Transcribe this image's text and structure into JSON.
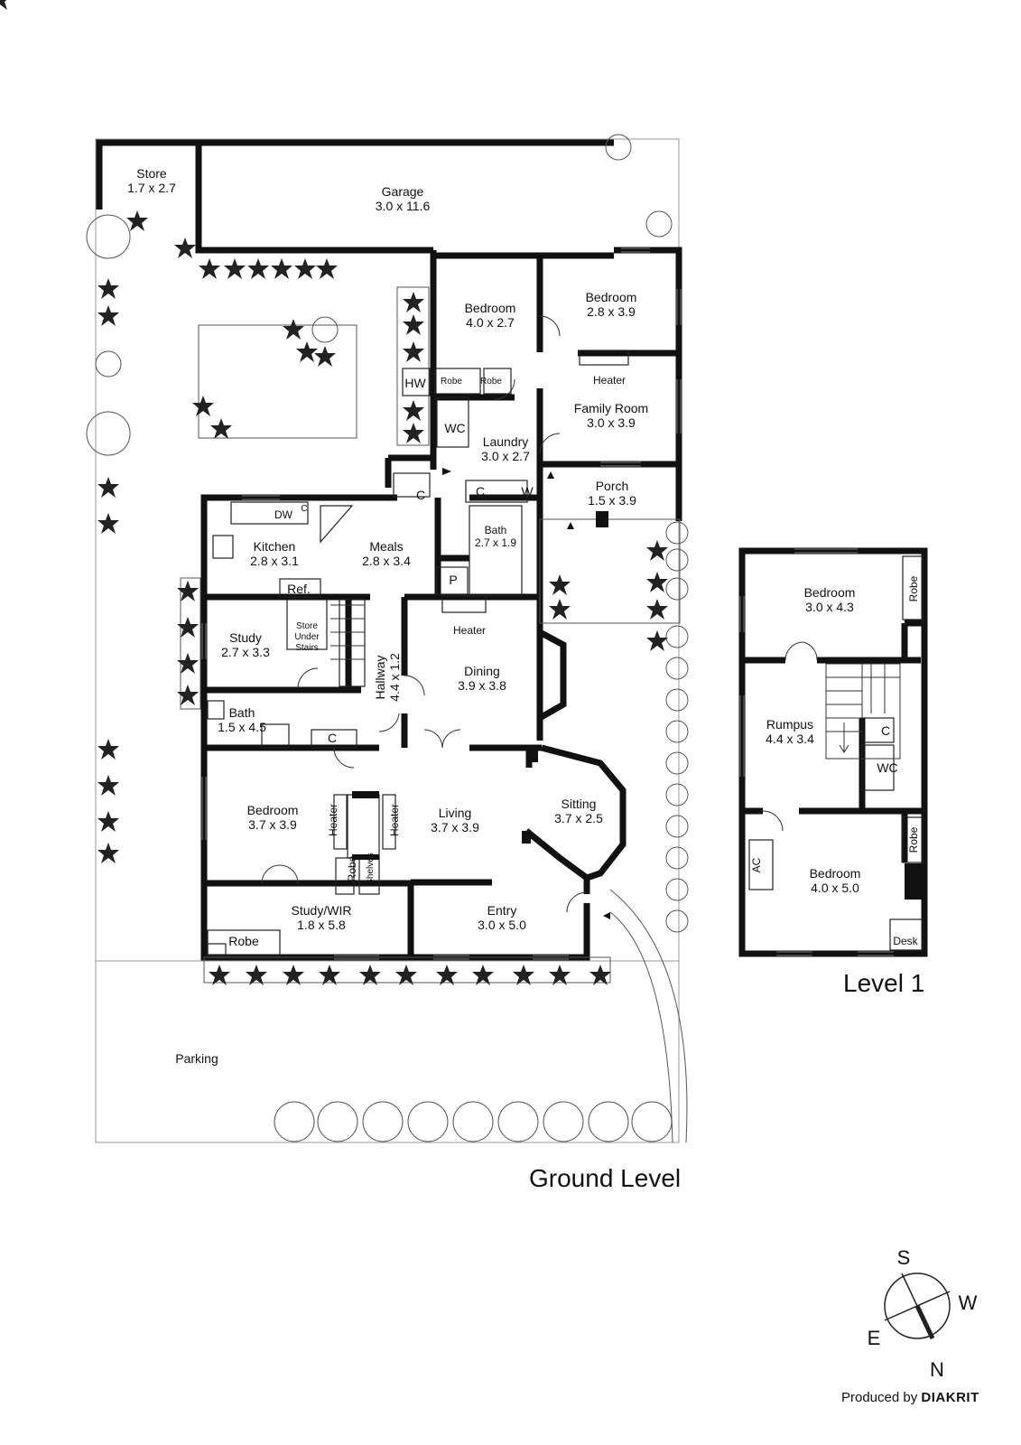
{
  "ground": {
    "title": "Ground Level",
    "rooms": {
      "store": {
        "name": "Store",
        "dims": "1.7 x 2.7"
      },
      "garage": {
        "name": "Garage",
        "dims": "3.0 x 11.6"
      },
      "bedroom1": {
        "name": "Bedroom",
        "dims": "4.0 x 2.7"
      },
      "bedroom2": {
        "name": "Bedroom",
        "dims": "2.8 x 3.9"
      },
      "family": {
        "name": "Family Room",
        "dims": "3.0 x 3.9"
      },
      "laundry": {
        "name": "Laundry",
        "dims": "3.0 x 2.7"
      },
      "porch": {
        "name": "Porch",
        "dims": "1.5 x 3.9"
      },
      "kitchen": {
        "name": "Kitchen",
        "dims": "2.8 x 3.1"
      },
      "meals": {
        "name": "Meals",
        "dims": "2.8 x 3.4"
      },
      "bath1": {
        "name": "Bath",
        "dims": "2.7 x 1.9"
      },
      "study": {
        "name": "Study",
        "dims": "2.7 x 3.3"
      },
      "hallway": {
        "name": "Hallway",
        "dims": "4.4 x 1.2"
      },
      "dining": {
        "name": "Dining",
        "dims": "3.9 x 3.8"
      },
      "bath2": {
        "name": "Bath",
        "dims": "1.5 x 4.5"
      },
      "bedroom3": {
        "name": "Bedroom",
        "dims": "3.7 x 3.9"
      },
      "living": {
        "name": "Living",
        "dims": "3.7 x 3.9"
      },
      "sitting": {
        "name": "Sitting",
        "dims": "3.7 x 2.5"
      },
      "studywir": {
        "name": "Study/WIR",
        "dims": "1.8 x 5.8"
      },
      "entry": {
        "name": "Entry",
        "dims": "3.0 x 5.0"
      }
    },
    "fixtures": {
      "hw": "HW",
      "wc": "WC",
      "c": "C",
      "w": "W",
      "dw": "DW",
      "p": "P",
      "ref": "Ref.",
      "robe": "Robe",
      "heater": "Heater",
      "shelves": "Shelves",
      "store_under_stairs": [
        "Store",
        "Under",
        "Stairs"
      ]
    },
    "parking": "Parking"
  },
  "level1": {
    "title": "Level 1",
    "rooms": {
      "bedroom_top": {
        "name": "Bedroom",
        "dims": "3.0 x 4.3"
      },
      "rumpus": {
        "name": "Rumpus",
        "dims": "4.4 x 3.4"
      },
      "bedroom_bottom": {
        "name": "Bedroom",
        "dims": "4.0 x 5.0"
      }
    },
    "fixtures": {
      "robe": "Robe",
      "c": "C",
      "wc": "WC",
      "ac": "AC",
      "desk": "Desk"
    }
  },
  "compass": {
    "n": "N",
    "s": "S",
    "e": "E",
    "w": "W"
  },
  "credit": {
    "prefix": "Produced by",
    "brand": "DIAKRIT"
  }
}
